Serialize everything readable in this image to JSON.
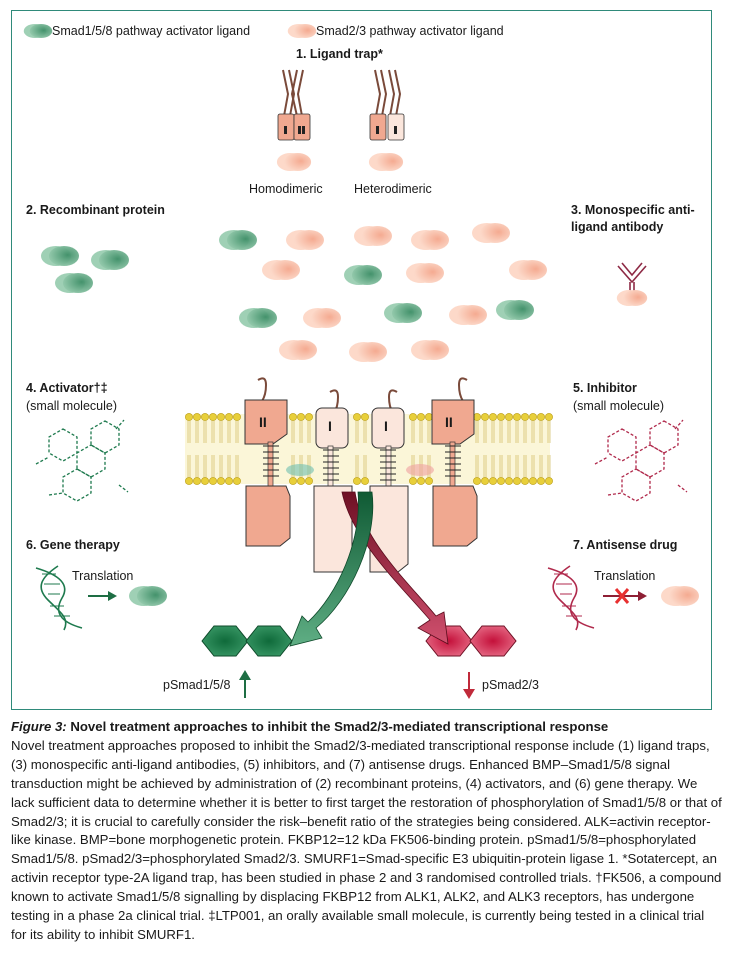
{
  "legend": {
    "smad158": "Smad1/5/8 pathway activator ligand",
    "smad23": "Smad2/3 pathway activator ligand"
  },
  "approaches": {
    "ligand_trap": {
      "title": "1. Ligand trap*",
      "homodimeric": "Homodimeric",
      "heterodimeric": "Heterodimeric"
    },
    "recombinant": {
      "title": "2. Recombinant protein"
    },
    "antibody": {
      "title_line1": "3. Monospecific anti-",
      "title_line2": "ligand antibody"
    },
    "activator": {
      "title": "4. Activator†‡",
      "subtitle": "(small molecule)"
    },
    "inhibitor": {
      "title": "5. Inhibitor",
      "subtitle": "(small molecule)"
    },
    "gene_therapy": {
      "title": "6. Gene therapy",
      "translation": "Translation"
    },
    "antisense": {
      "title": "7. Antisense drug",
      "translation": "Translation"
    }
  },
  "receptor_labels": {
    "type2": "II",
    "type1": "I"
  },
  "outputs": {
    "psmad158": "pSmad1/5/8",
    "psmad23": "pSmad2/3"
  },
  "colors": {
    "frame": "#2f8a7a",
    "green_ligand": "#4f9e78",
    "pink_ligand": "#f6b5a0",
    "receptor2": "#f0a890",
    "receptor1": "#fbe6dc",
    "membrane": "#e8cf3a",
    "green_smad": "#1f7a4a",
    "red_smad": "#b02040",
    "green_arrow": "#1e6e44",
    "red_arrow": "#8e1f34"
  },
  "caption": {
    "figure_label": "Figure 3:",
    "title": " Novel treatment approaches to inhibit the Smad2/3-mediated transcriptional response",
    "body": "Novel treatment approaches proposed to inhibit the Smad2/3-mediated transcriptional response include (1) ligand traps, (3) monospecific anti-ligand antibodies, (5) inhibitors, and (7) antisense drugs. Enhanced BMP–Smad1/5/8 signal transduction might be achieved by administration of (2) recombinant proteins, (4) activators, and (6) gene therapy. We lack sufficient data to determine whether it is better to first target the restoration of phosphorylation of Smad1/5/8 or that of Smad2/3; it is crucial to carefully consider the risk–benefit ratio of the strategies being considered. ALK=activin receptor-like kinase. BMP=bone morphogenetic protein. FKBP12=12 kDa FK506-binding protein. pSmad1/5/8=phosphorylated Smad1/5/8. pSmad2/3=phosphorylated Smad2/3. SMURF1=Smad-specific E3 ubiquitin-protein ligase 1. *Sotatercept, an activin receptor type-2A ligand trap, has been studied in phase 2 and 3 randomised controlled trials. †FK506, a compound known to activate Smad1/5/8 signalling by displacing FKBP12 from ALK1, ALK2, and ALK3 receptors, has undergone testing in a phase 2a clinical trial. ‡LTP001, an orally available small molecule, is currently being tested in a clinical trial for its ability to inhibit SMURF1."
  }
}
